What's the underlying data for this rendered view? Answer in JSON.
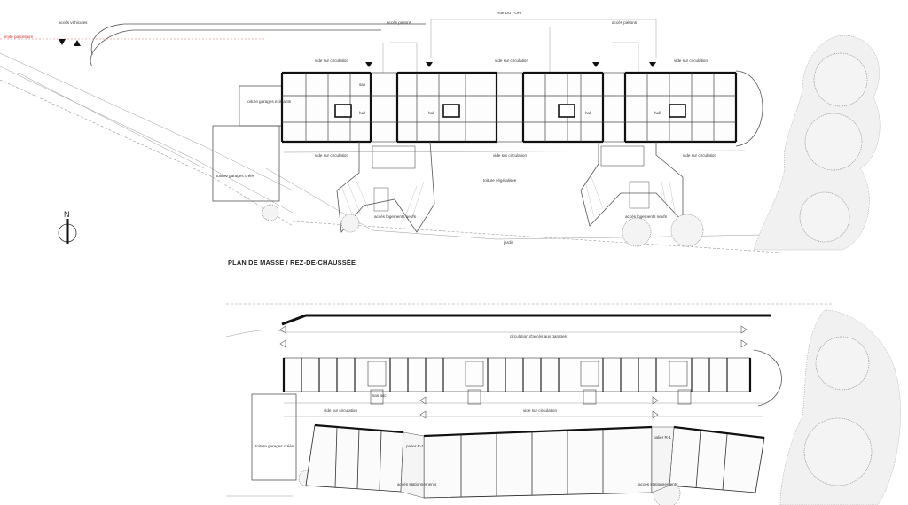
{
  "labels": {
    "acces_vehicules": "accès véhicules",
    "limite_parcellaire": "limite parcellaire",
    "acces_pietons_1": "accès piétons",
    "acces_pietons_2": "accès piétons",
    "rue": "Rue DU FOR",
    "vide_circ_top_1": "vide sur circulation",
    "vide_circ_top_2": "vide sur circulation",
    "vide_circ_top_3": "vide sur circulation",
    "vide_circ_bot_1": "vide sur circulation",
    "vide_circ_bot_2": "vide sur circulation",
    "vide_circ_bot_3": "vide sur circulation",
    "hall_1": "hall",
    "hall_2": "hall",
    "hall_3": "hall",
    "hall_4": "hall",
    "sas": "sas",
    "toiture_garages_existants": "toiture garages existants",
    "toiture_garages_crees": "toiture garages créés",
    "toiture_vegetalisee": "toiture végétalisée",
    "acces_logements_neufs_1": "accès logements neufs",
    "acces_logements_neufs_2": "accès logements neufs",
    "jardin": "jardin",
    "north": "N",
    "plan_title": "PLAN DE MASSE / REZ-DE-CHAUSSÉE",
    "circulation_garages": "circulation d'accès aux garages",
    "vide_circ_lower_1": "vide sur circulation",
    "vide_circ_lower_2": "vide sur circulation",
    "toiture_garages_crees_2": "toiture garages créés",
    "palier_1": "palier R-1",
    "palier_2": "palier R-1",
    "acces_stationnements_1": "accès stationnements",
    "acces_stationnements_2": "accès stationnements",
    "sas_asc": "sas asc."
  }
}
